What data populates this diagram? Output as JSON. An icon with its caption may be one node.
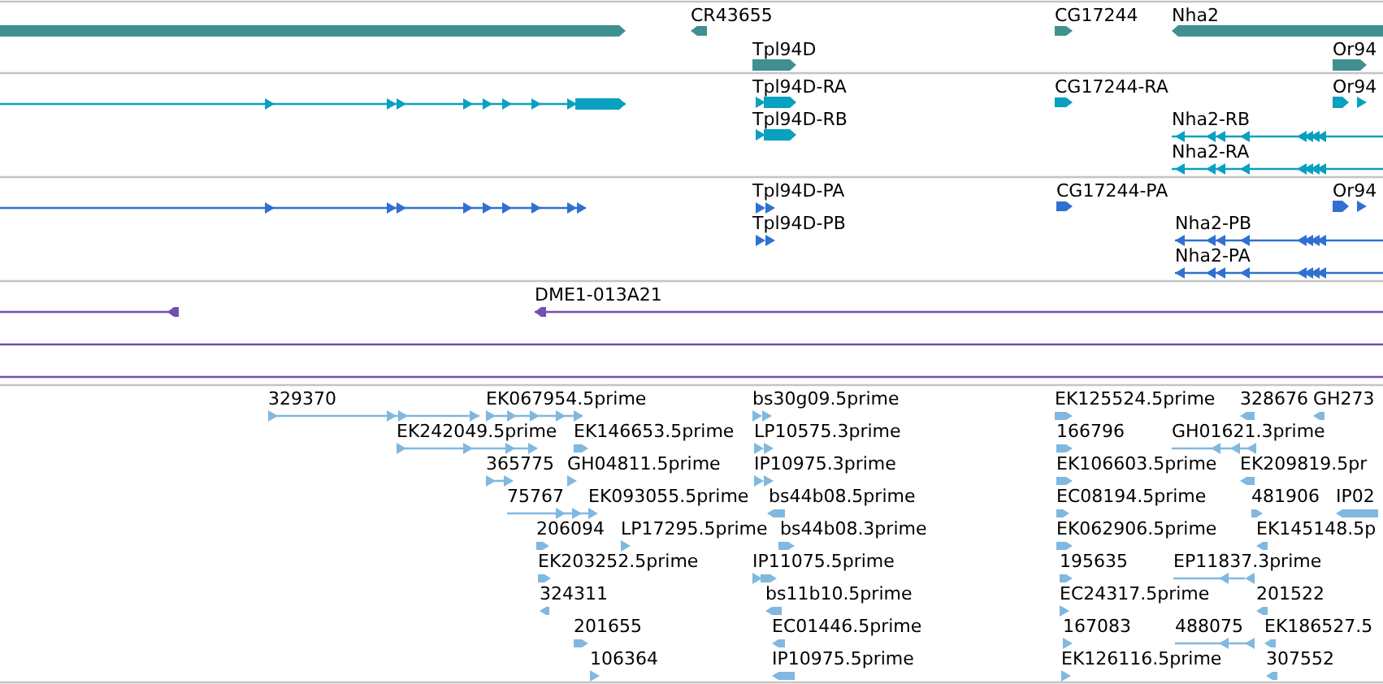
{
  "diagram": {
    "labels": [
      "CR43655",
      "CG17244",
      "Nha2",
      "Tpl94D",
      "Or94",
      "Tpl94D-RA",
      "CG17244-RA",
      "Or94",
      "Tpl94D-RB",
      "Nha2-RB",
      "Nha2-RA",
      "Tpl94D-PA",
      "CG17244-PA",
      "Or94",
      "Tpl94D-PB",
      "Nha2-PB",
      "Nha2-PA",
      "DME1-013A21",
      "329370",
      "EK067954.5prime",
      "bs30g09.5prime",
      "EK125524.5prime",
      "328676",
      "GH273",
      "EK242049.5prime",
      "EK146653.5prime",
      "LP10575.3prime",
      "166796",
      "GH01621.3prime",
      "365775",
      "GH04811.5prime",
      "IP10975.3prime",
      "EK106603.5prime",
      "EK209819.5pr",
      "75767",
      "EK093055.5prime",
      "bs44b08.5prime",
      "EC08194.5prime",
      "481906",
      "IP02",
      "206094",
      "LP17295.5prime",
      "bs44b08.3prime",
      "EK062906.5prime",
      "EK145148.5p",
      "EK203252.5prime",
      "IP11075.5prime",
      "195635",
      "EP11837.3prime",
      "324311",
      "bs11b10.5prime",
      "EC24317.5prime",
      "201522",
      "201655",
      "EC01446.5prime",
      "167083",
      "488075",
      "EK186527.5",
      "106364",
      "IP10975.5prime",
      "EK126116.5prime",
      "307552"
    ]
  }
}
